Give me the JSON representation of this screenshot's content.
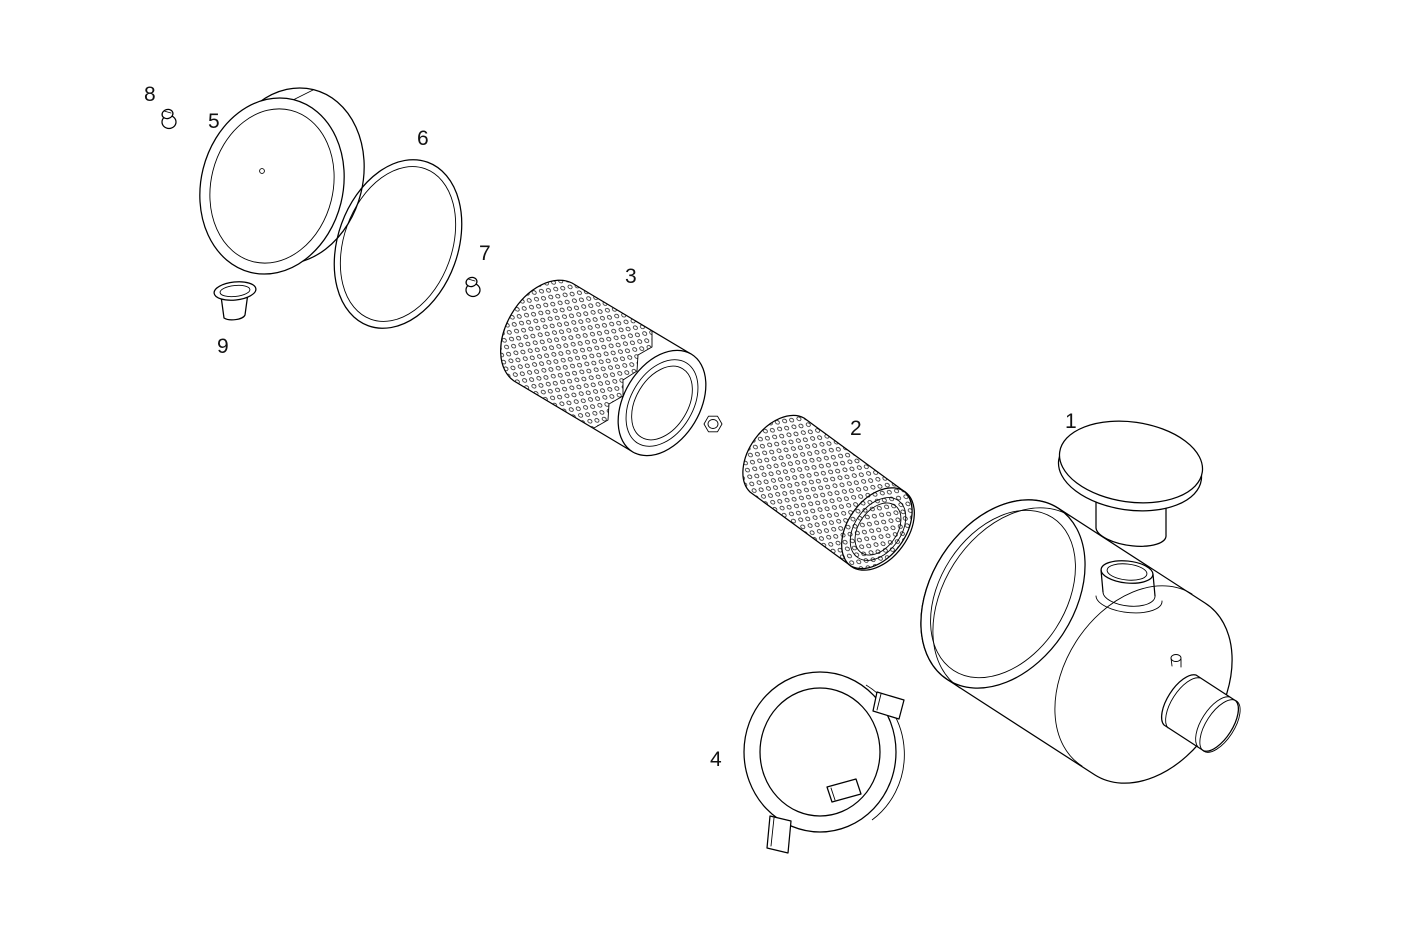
{
  "diagram": {
    "type": "exploded-parts-diagram",
    "subject": "air-cleaner-assembly",
    "background_color": "#ffffff",
    "line_color": "#000000",
    "label_count": 9,
    "labels": [
      {
        "text": "1"
      },
      {
        "text": "2"
      },
      {
        "text": "3"
      },
      {
        "text": "4"
      },
      {
        "text": "5"
      },
      {
        "text": "6"
      },
      {
        "text": "7"
      },
      {
        "text": "8"
      },
      {
        "text": "9"
      }
    ]
  }
}
